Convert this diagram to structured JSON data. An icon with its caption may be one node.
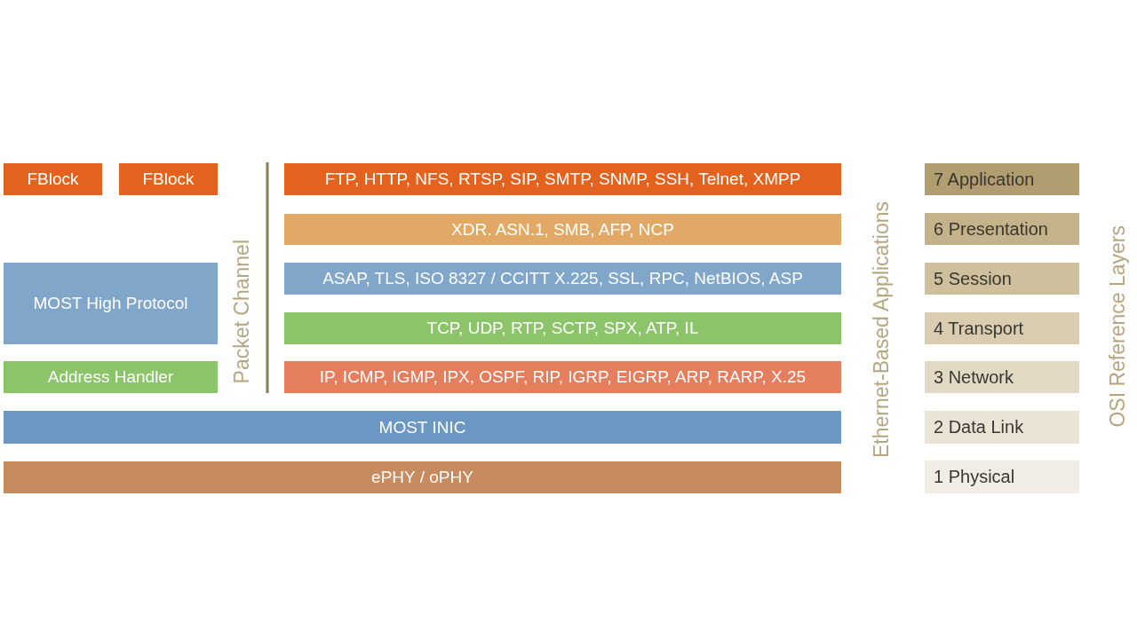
{
  "diagram": {
    "nodes": [
      {
        "text": [
          "FBlock"
        ]
      },
      {
        "text": [
          "FBlock"
        ]
      },
      {
        "text": [
          "FTP, HTTP, NFS, RTSP, SIP, SMTP, SNMP, SSH, Telnet, XMPP"
        ]
      },
      {
        "text": [
          "7 Application"
        ]
      },
      {
        "text": [
          "XDR. ASN.1, SMB, AFP, NCP"
        ]
      },
      {
        "text": [
          "6 Presentation"
        ]
      },
      {
        "text": [
          "MOST High Protocol"
        ]
      },
      {
        "text": [
          "ASAP, TLS, ISO 8327 / CCITT X.225, SSL, RPC, NetBIOS, ASP"
        ]
      },
      {
        "text": [
          "5 Session"
        ]
      },
      {
        "text": [
          "TCP, UDP, RTP, SCTP, SPX, ATP, IL"
        ]
      },
      {
        "text": [
          "4 Transport"
        ]
      },
      {
        "text": [
          "Address Handler"
        ]
      },
      {
        "text": [
          "IP, ICMP, IGMP, IPX, OSPF, RIP, IGRP, EIGRP, ARP, RARP, X.25"
        ]
      },
      {
        "text": [
          "3 Network"
        ]
      },
      {
        "text": [
          "MOST INIC"
        ]
      },
      {
        "text": [
          "2 Data Link"
        ]
      },
      {
        "text": [
          "ePHY / oPHY"
        ]
      },
      {
        "text": [
          "1 Physical"
        ]
      }
    ],
    "labels": [
      "Packet Channel",
      "Ethernet-Based Applications",
      "OSI Reference Layers"
    ]
  }
}
